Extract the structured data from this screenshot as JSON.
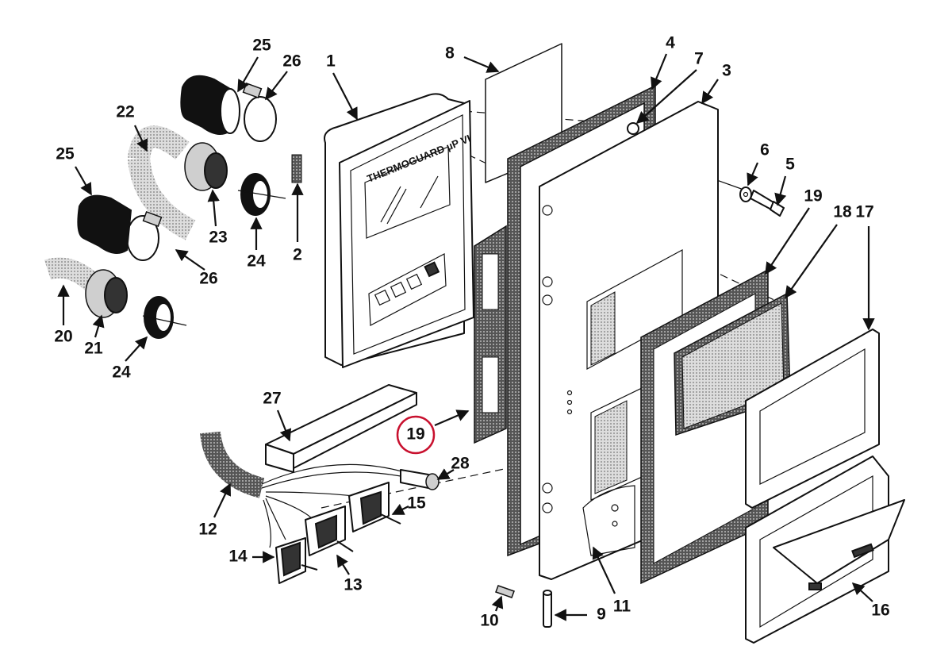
{
  "diagram": {
    "device_brand_text": "THERMOGUARD µP VI",
    "highlight_color": "#c8102e",
    "highlighted_callout": "19",
    "callouts": [
      "25",
      "26",
      "1",
      "8",
      "4",
      "7",
      "3",
      "22",
      "25",
      "6",
      "5",
      "19",
      "18",
      "17",
      "23",
      "24",
      "2",
      "26",
      "20",
      "21",
      "24",
      "27",
      "19",
      "28",
      "12",
      "15",
      "14",
      "13",
      "10",
      "9",
      "11",
      "16"
    ]
  }
}
